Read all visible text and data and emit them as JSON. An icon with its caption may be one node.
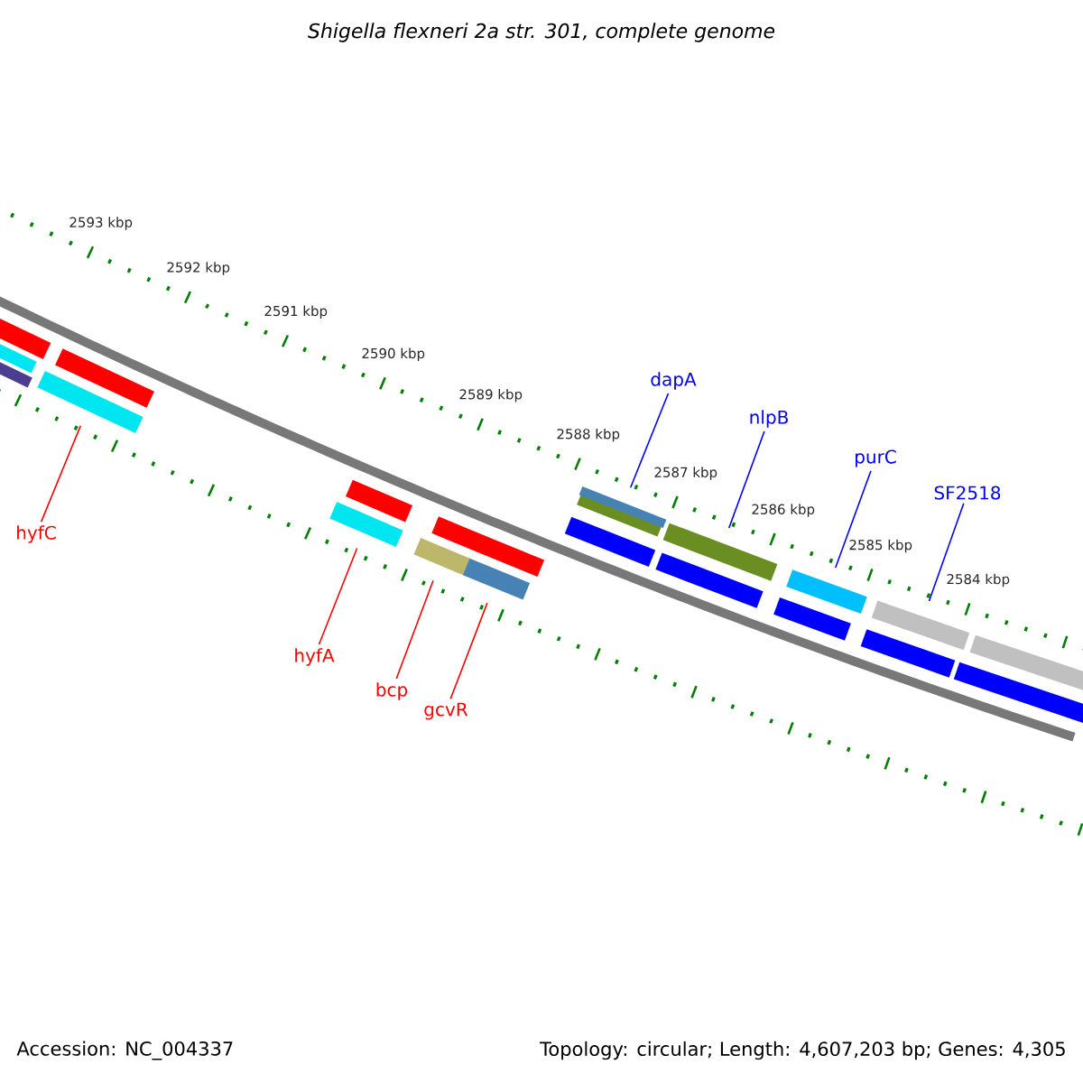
{
  "diagram": {
    "title": "Shigella flexneri 2a str. 301, complete genome",
    "nodes": [
      {
        "text": [
          "hyfC"
        ]
      },
      {
        "text": [
          "hyfA"
        ]
      },
      {
        "text": [
          "bcp"
        ]
      },
      {
        "text": [
          "gcvR"
        ]
      },
      {
        "text": [
          "dapA"
        ]
      },
      {
        "text": [
          "nlpB"
        ]
      },
      {
        "text": [
          "purC"
        ]
      },
      {
        "text": [
          "SF2518"
        ]
      },
      {
        "text": [],
        "shape": "bar"
      },
      {
        "text": [],
        "shape": "bar"
      },
      {
        "text": [],
        "shape": "bar"
      },
      {
        "text": [],
        "shape": "bar"
      },
      {
        "text": [],
        "shape": "bar"
      },
      {
        "text": [],
        "shape": "bar"
      },
      {
        "text": [],
        "shape": "bar"
      },
      {
        "text": [],
        "shape": "bar"
      },
      {
        "text": [],
        "shape": "bar"
      },
      {
        "text": [],
        "shape": "bar"
      },
      {
        "text": [],
        "shape": "bar"
      },
      {
        "text": [],
        "shape": "bar"
      },
      {
        "text": [],
        "shape": "bar"
      },
      {
        "text": [],
        "shape": "bar"
      },
      {
        "text": [],
        "shape": "bar"
      },
      {
        "text": [],
        "shape": "bar"
      },
      {
        "text": [],
        "shape": "bar"
      },
      {
        "text": [],
        "shape": "bar"
      },
      {
        "text": [],
        "shape": "bar"
      },
      {
        "text": [],
        "shape": "bar"
      },
      {
        "text": [],
        "shape": "bar"
      },
      {
        "text": [],
        "shape": "bar"
      }
    ],
    "edges": [
      {
        "from": 0,
        "to": 11,
        "arrow": "none",
        "color": "#ff0000"
      },
      {
        "from": 1,
        "to": 13,
        "arrow": "none",
        "color": "#ff0000"
      },
      {
        "from": 2,
        "to": 15,
        "arrow": "none",
        "color": "#ff0000"
      },
      {
        "from": 3,
        "to": 17,
        "arrow": "none",
        "color": "#ff0000"
      },
      {
        "from": 4,
        "to": 21,
        "arrow": "none",
        "color": "#0000ff"
      },
      {
        "from": 5,
        "to": 23,
        "arrow": "none",
        "color": "#0000ff"
      },
      {
        "from": 6,
        "to": 25,
        "arrow": "none",
        "color": "#0000ff"
      },
      {
        "from": 7,
        "to": 27,
        "arrow": "none",
        "color": "#0000ff"
      }
    ],
    "labels": [
      "2593 kbp",
      "2592 kbp",
      "2591 kbp",
      "2590 kbp",
      "2589 kbp",
      "2588 kbp",
      "2587 kbp",
      "2586 kbp",
      "2585 kbp",
      "2584 kbp",
      "Accession: NC_004337",
      "Topology: circular; Length: 4,607,203 bp; Genes: 4,305"
    ]
  }
}
